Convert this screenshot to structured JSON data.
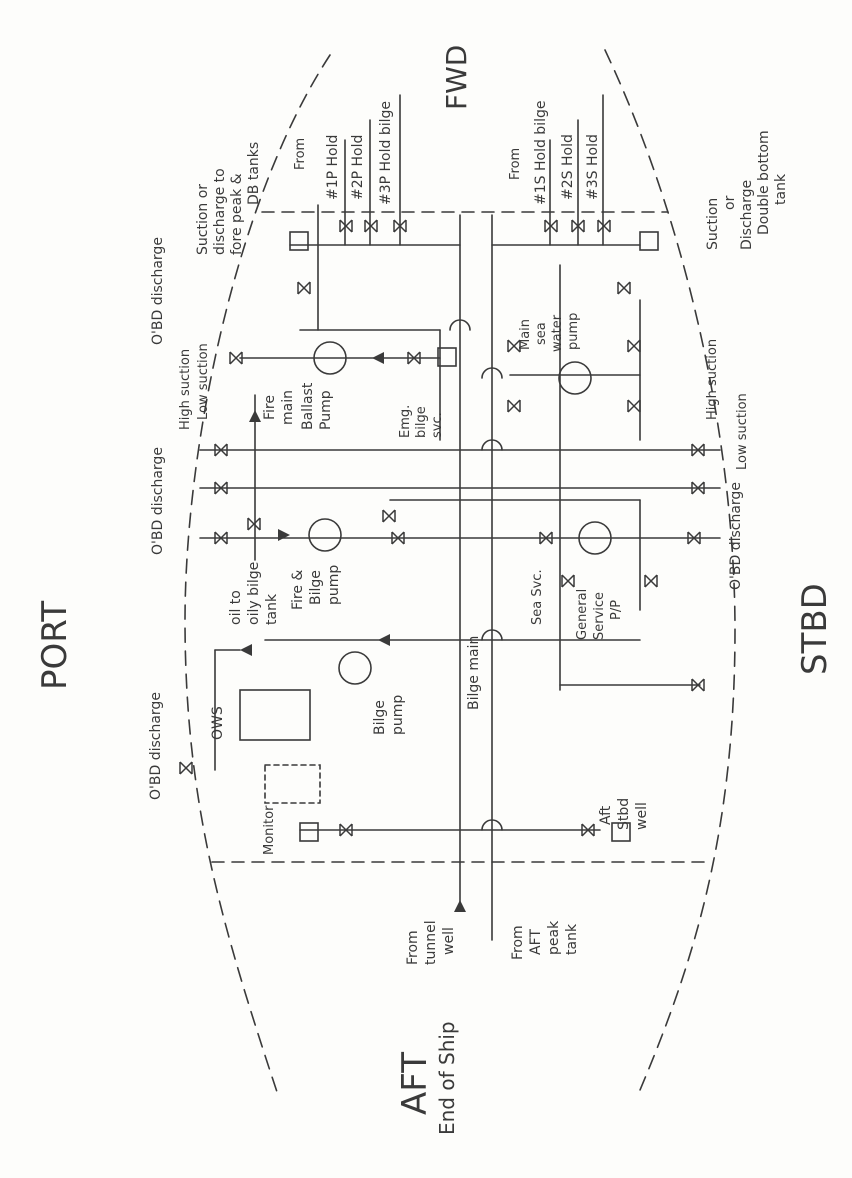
{
  "labels": {
    "port": "PORT",
    "stbd": "STBD",
    "fwd": "FWD",
    "aft": "AFT",
    "aft_sub": "End of Ship",
    "from_port": "From",
    "hold_1p": "#1P Hold",
    "hold_2p": "#2P Hold",
    "hold_3p": "#3P Hold bilge",
    "from_stbd": "From",
    "hold_1s": "#1S Hold bilge",
    "hold_2s": "#2S Hold",
    "hold_3s": "#3S Hold",
    "suction_port_l1": "Suction or",
    "suction_port_l2": "discharge to",
    "suction_port_l3": "fore peak &",
    "suction_port_l4": "DB tanks",
    "suction_stbd_l1": "Suction",
    "suction_stbd_l2": "or",
    "suction_stbd_l3": "Discharge",
    "suction_stbd_l4": "Double bottom",
    "suction_stbd_l5": "tank",
    "obd_port_top": "O'BD discharge",
    "high_suction_port": "High suction",
    "low_suction_port": "Low suction",
    "obd_port_mid": "O'BD discharge",
    "obd_port_low": "O'BD discharge",
    "high_suction_stbd": "High suction",
    "low_suction_stbd": "Low suction",
    "obd_stbd": "O'BD discharge",
    "fire_main_l1": "Fire",
    "fire_main_l2": "main",
    "ballast_l1": "Ballast",
    "ballast_l2": "Pump",
    "emg_l1": "Emg.",
    "emg_l2": "bilge",
    "emg_l3": "svc.",
    "msw_l1": "Main",
    "msw_l2": "sea",
    "msw_l3": "water",
    "msw_l4": "pump",
    "fire_bilge_l1": "Fire &",
    "fire_bilge_l2": "Bilge",
    "fire_bilge_l3": "pump",
    "oil_l1": "oil to",
    "oil_l2": "oily bilge",
    "oil_l3": "tank",
    "sea_svc": "Sea Svc.",
    "gs_l1": "General",
    "gs_l2": "Service",
    "gs_l3": "P/P",
    "ows": "OWS",
    "bilge_pump_l1": "Bilge",
    "bilge_pump_l2": "pump",
    "bilge_main": "Bilge main",
    "monitor": "Monitor",
    "aft_well_l1": "Aft",
    "aft_well_l2": "Stbd",
    "aft_well_l3": "well",
    "tunnel_l1": "From",
    "tunnel_l2": "tunnel",
    "tunnel_l3": "well",
    "aftpeak_l1": "From",
    "aftpeak_l2": "AFT",
    "aftpeak_l3": "peak",
    "aftpeak_l4": "tank"
  },
  "colors": {
    "ink": "#3a3a3a",
    "paper": "#fdfdfb"
  }
}
